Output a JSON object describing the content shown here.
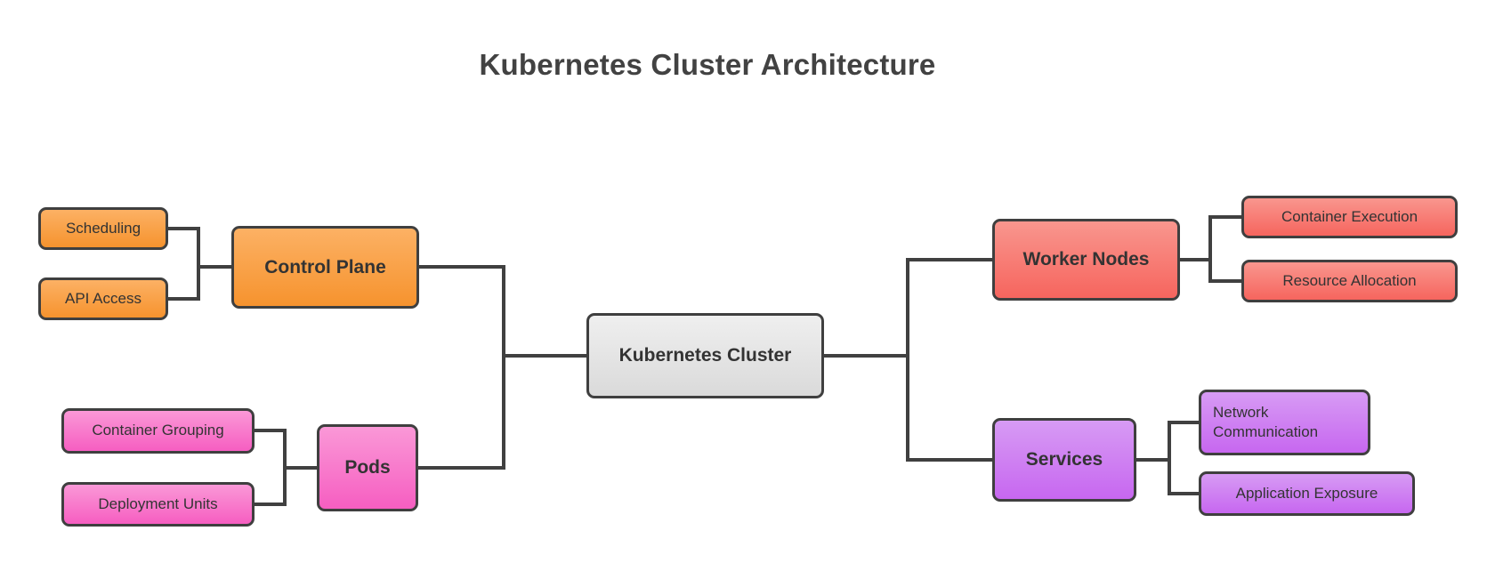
{
  "title": "Kubernetes Cluster Architecture",
  "mindmap": {
    "root": {
      "label": "Kubernetes Cluster",
      "gradient": [
        "#efefef",
        "#dadada"
      ]
    },
    "branches": [
      {
        "label": "Control Plane",
        "side": "left",
        "color_name": "orange",
        "gradient": [
          "#fcb164",
          "#f6932e"
        ],
        "children": [
          {
            "label": "Scheduling"
          },
          {
            "label": "API Access"
          }
        ]
      },
      {
        "label": "Pods",
        "side": "left",
        "color_name": "pink",
        "gradient": [
          "#fa98d7",
          "#f65ec1"
        ],
        "children": [
          {
            "label": "Container Grouping"
          },
          {
            "label": "Deployment Units"
          }
        ]
      },
      {
        "label": "Worker Nodes",
        "side": "right",
        "color_name": "salmon",
        "gradient": [
          "#f9968e",
          "#f6655e"
        ],
        "children": [
          {
            "label": "Container Execution"
          },
          {
            "label": "Resource Allocation"
          }
        ]
      },
      {
        "label": "Services",
        "side": "right",
        "color_name": "purple",
        "gradient": [
          "#d79bf4",
          "#c767f0"
        ],
        "children": [
          {
            "label": "Network Communication"
          },
          {
            "label": "Application Exposure"
          }
        ]
      }
    ],
    "style": {
      "edge_color": "#404040",
      "border_color": "#3f3f3f",
      "text_color": "#333333",
      "title_color": "#424242",
      "background": "#ffffff"
    }
  }
}
